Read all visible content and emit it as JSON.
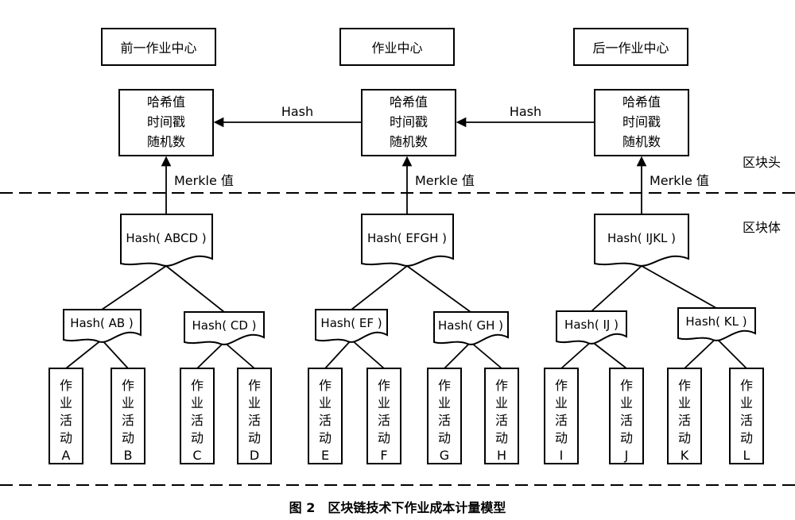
{
  "centers": [
    {
      "label": "前一作业中心"
    },
    {
      "label": "作业中心"
    },
    {
      "label": "后一作业中心"
    }
  ],
  "header_lines": [
    "哈希值",
    "时间戳",
    "随机数"
  ],
  "hash_label": "Hash",
  "merkle_label": "Merkle 值",
  "region_header": "区块头",
  "region_body": "区块体",
  "roots": [
    "Hash( ABCD )",
    "Hash( EFGH )",
    "Hash( IJKL )"
  ],
  "pairs": [
    "Hash( AB )",
    "Hash( CD )",
    "Hash( EF )",
    "Hash( GH )",
    "Hash( IJ )",
    "Hash( KL )"
  ],
  "activity_text": [
    "作",
    "业",
    "活",
    "动"
  ],
  "activity_letters": [
    "A",
    "B",
    "C",
    "D",
    "E",
    "F",
    "G",
    "H",
    "I",
    "J",
    "K",
    "L"
  ],
  "caption": "图 2　区块链技术下作业成本计量模型"
}
